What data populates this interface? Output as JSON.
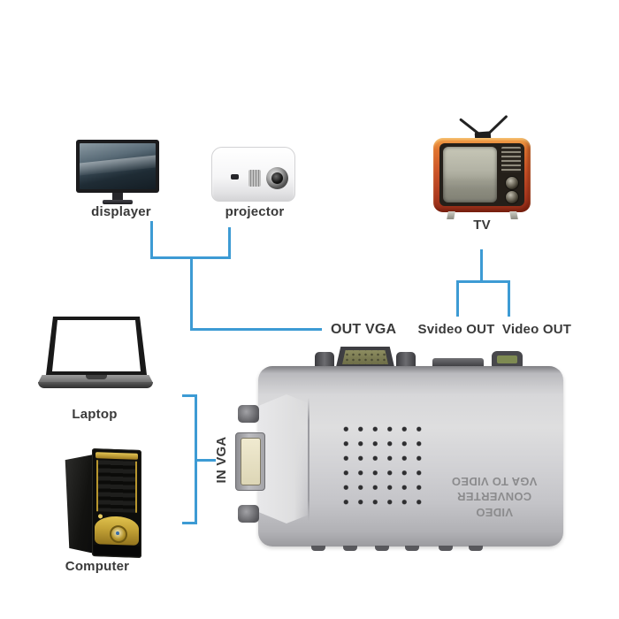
{
  "colors": {
    "connection_line": "#3d9bd4",
    "tv_body": "#cc5528",
    "computer_accent": "#c9a43b",
    "converter_body": "#d6d6d8"
  },
  "devices": {
    "displayer": {
      "label": "displayer"
    },
    "projector": {
      "label": "projector"
    },
    "tv": {
      "label": "TV"
    },
    "laptop": {
      "label": "Laptop"
    },
    "computer": {
      "label": "Computer"
    }
  },
  "connections": {
    "out_vga": "OUT VGA",
    "svideo_out": "Svideo OUT",
    "video_out": "Video OUT",
    "in_vga": "IN VGA"
  },
  "converter": {
    "print_line1": "VIDEO CONVERTER",
    "print_line2": "VGA TO VIDEO"
  }
}
